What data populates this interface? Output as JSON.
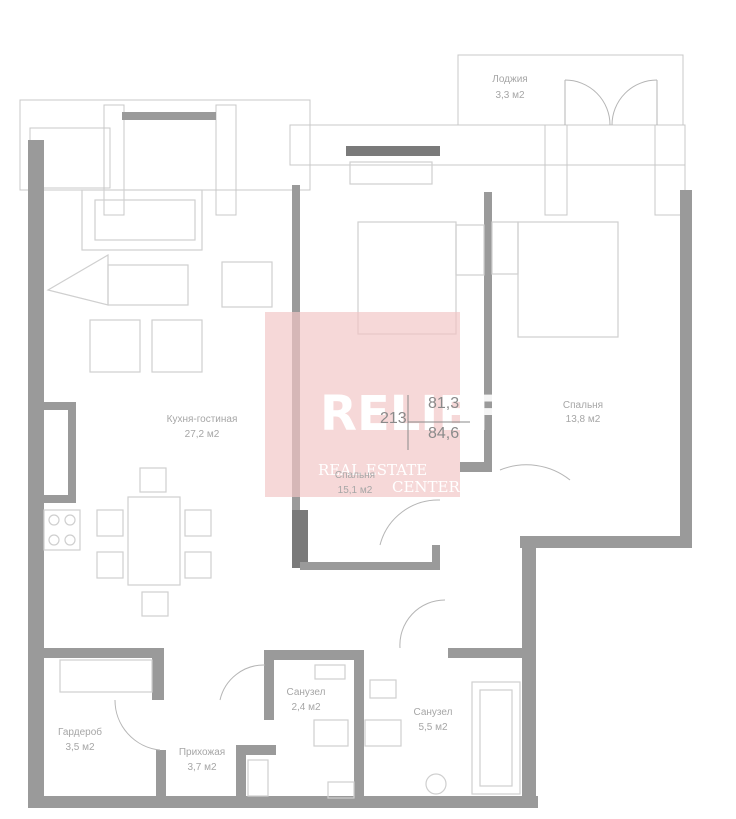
{
  "rooms": {
    "loggia": {
      "name": "Лоджия",
      "area": "3,3 м2"
    },
    "kitchen_living": {
      "name": "Кухня-гостиная",
      "area": "27,2 м2"
    },
    "bedroom": {
      "name": "Спальня",
      "area": "13,8 м2"
    },
    "bedroom2": {
      "name": "Спальня",
      "area": "15,1 м2"
    },
    "wardrobe": {
      "name": "Гардероб",
      "area": "3,5 м2"
    },
    "hall": {
      "name": "Прихожая",
      "area": "3,7 м2"
    },
    "wc": {
      "name": "Санузел",
      "area": "2,4 м2"
    },
    "bathroom": {
      "name": "Санузел",
      "area": "5,5 м2"
    }
  },
  "unit": {
    "number": "213",
    "area_living": "81,3",
    "area_total": "84,6"
  },
  "watermark": {
    "brand": "RELIEF",
    "line1": "REAL ESTATE",
    "line2": "CENTER",
    "color": "#f3c6c6"
  },
  "colors": {
    "wall": "#9a9a9a",
    "furniture": "#cfcfcf"
  }
}
